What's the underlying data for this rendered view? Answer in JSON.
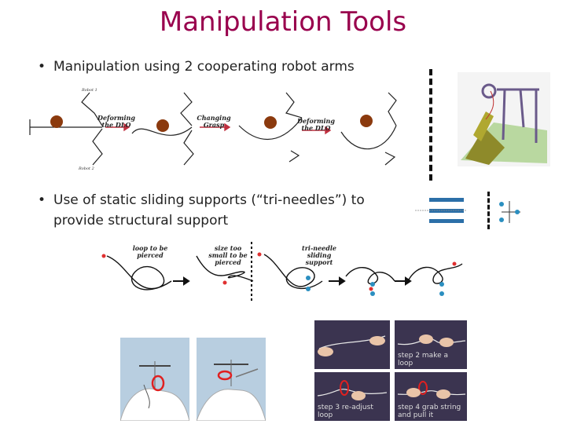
{
  "slide": {
    "title": "Manipulation Tools",
    "bullets": [
      {
        "text": "Manipulation using 2 cooperating robot arms"
      },
      {
        "text": "Use of static sliding supports (“tri-needles”) to provide structural support"
      }
    ]
  },
  "arm_diagram": {
    "robot1_label": "Robot 1",
    "robot2_label": "Robot 2",
    "step_labels": [
      "Deforming the DLO",
      "Changing Grasp",
      "Deforming the DLO"
    ]
  },
  "knot_diagram": {
    "loop_label": "loop to be pierced",
    "small_label": "size too small to be pierced",
    "needle_label": "tri-needle sliding support"
  },
  "photos": {
    "step2_caption": "step 2 make a loop",
    "step3_caption": "step 3 re-adjust loop",
    "step4_caption": "step 4 grab string and pull it"
  },
  "colors": {
    "title": "#99004d",
    "ball": "#8b3a0e",
    "loop": "#e02020",
    "photo_bg": "#3a3350"
  }
}
